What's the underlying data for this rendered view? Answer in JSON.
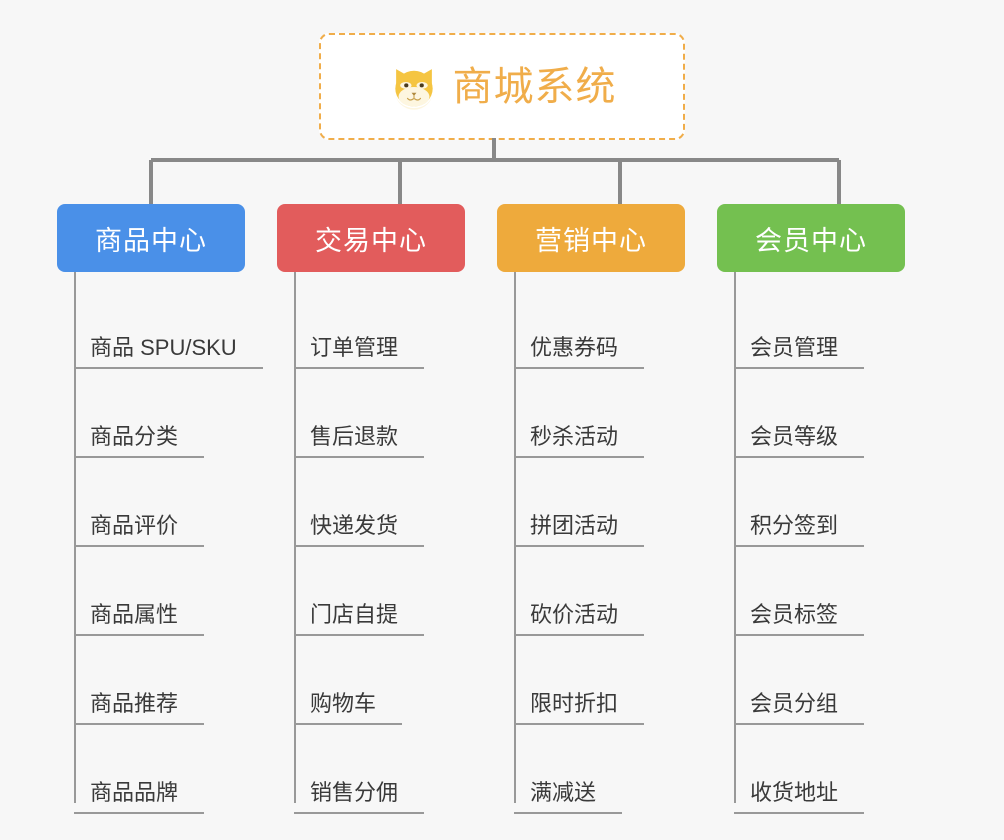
{
  "page": {
    "background_color": "#f7f7f7",
    "diagram_type": "org-tree"
  },
  "root": {
    "title": "商城系统",
    "icon": "shiba-dog-emoji",
    "text_color": "#f0ad4a",
    "border_color": "#f0ad4a",
    "background_color": "#ffffff"
  },
  "connector": {
    "line_color": "#888888"
  },
  "columns": [
    {
      "label": "商品中心",
      "color": "#4a90e8",
      "items": [
        "商品 SPU/SKU",
        "商品分类",
        "商品评价",
        "商品属性",
        "商品推荐",
        "商品品牌"
      ]
    },
    {
      "label": "交易中心",
      "color": "#e25c5c",
      "items": [
        "订单管理",
        "售后退款",
        "快递发货",
        "门店自提",
        "购物车",
        "销售分佣"
      ]
    },
    {
      "label": "营销中心",
      "color": "#eeaa3c",
      "items": [
        "优惠券码",
        "秒杀活动",
        "拼团活动",
        "砍价活动",
        "限时折扣",
        "满减送"
      ]
    },
    {
      "label": "会员中心",
      "color": "#74c050",
      "items": [
        "会员管理",
        "会员等级",
        "积分签到",
        "会员标签",
        "会员分组",
        "收货地址"
      ]
    }
  ]
}
